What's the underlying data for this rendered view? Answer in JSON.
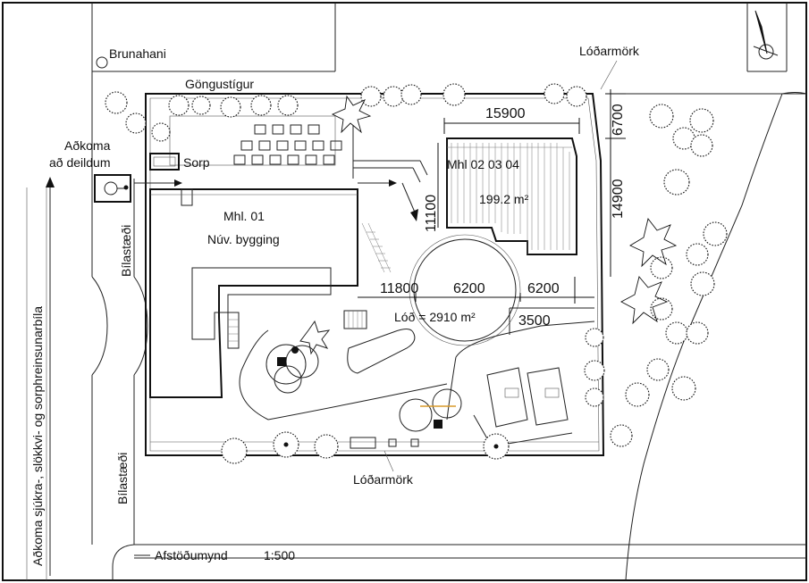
{
  "labels": {
    "brunahani": "Brunahani",
    "gongustigur": "Göngustígur",
    "lodarmork_top": "Lóðarmörk",
    "lodarmork_bottom": "Lóðarmörk",
    "adkoma_line1": "Aðkoma",
    "adkoma_line2": "að deildum",
    "sorp": "Sorp",
    "mhl01_line1": "Mhl. 01",
    "mhl01_line2": "Núv. bygging",
    "mhl020304": "Mhl 02 03 04",
    "area_building": "199.2 m²",
    "lod_area": "Lóð = 2910 m²",
    "bilastaedi_top": "Bílastæði",
    "bilastaedi_bottom": "Bílastæði",
    "side_road": "Aðkoma sjúkra-, slökkvi- og sorphreinsunarbíla",
    "title": "Afstöðumynd",
    "scale": "1:500"
  },
  "dimensions": {
    "d15900": "15900",
    "d6700": "6700",
    "d14900": "14900",
    "d11100": "11100",
    "d11800": "11800",
    "d6200a": "6200",
    "d6200b": "6200",
    "d3500": "3500"
  },
  "icons": [
    "north-arrow-icon",
    "hydrant-icon",
    "accessible-parking-icon",
    "entrance-arrow-icon",
    "tree-icon"
  ]
}
